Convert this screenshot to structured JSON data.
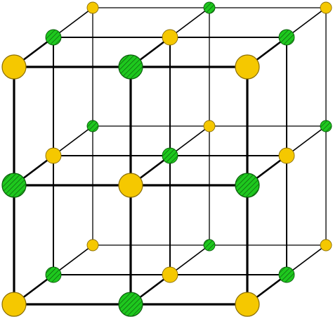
{
  "colors": {
    "background": "#ffffff",
    "bond": "#000000",
    "yellow_atom": "#f5c800",
    "yellow_atom_stroke": "#8a6d00",
    "green_atom": "#1ec81e",
    "green_atom_stroke": "#0b5e0b",
    "green_hatch": "#0a4a0a"
  },
  "lattice": {
    "grid_size": 3,
    "atom_types": [
      "yellow",
      "green"
    ],
    "pattern": "alternating",
    "depth_layers": 3
  }
}
